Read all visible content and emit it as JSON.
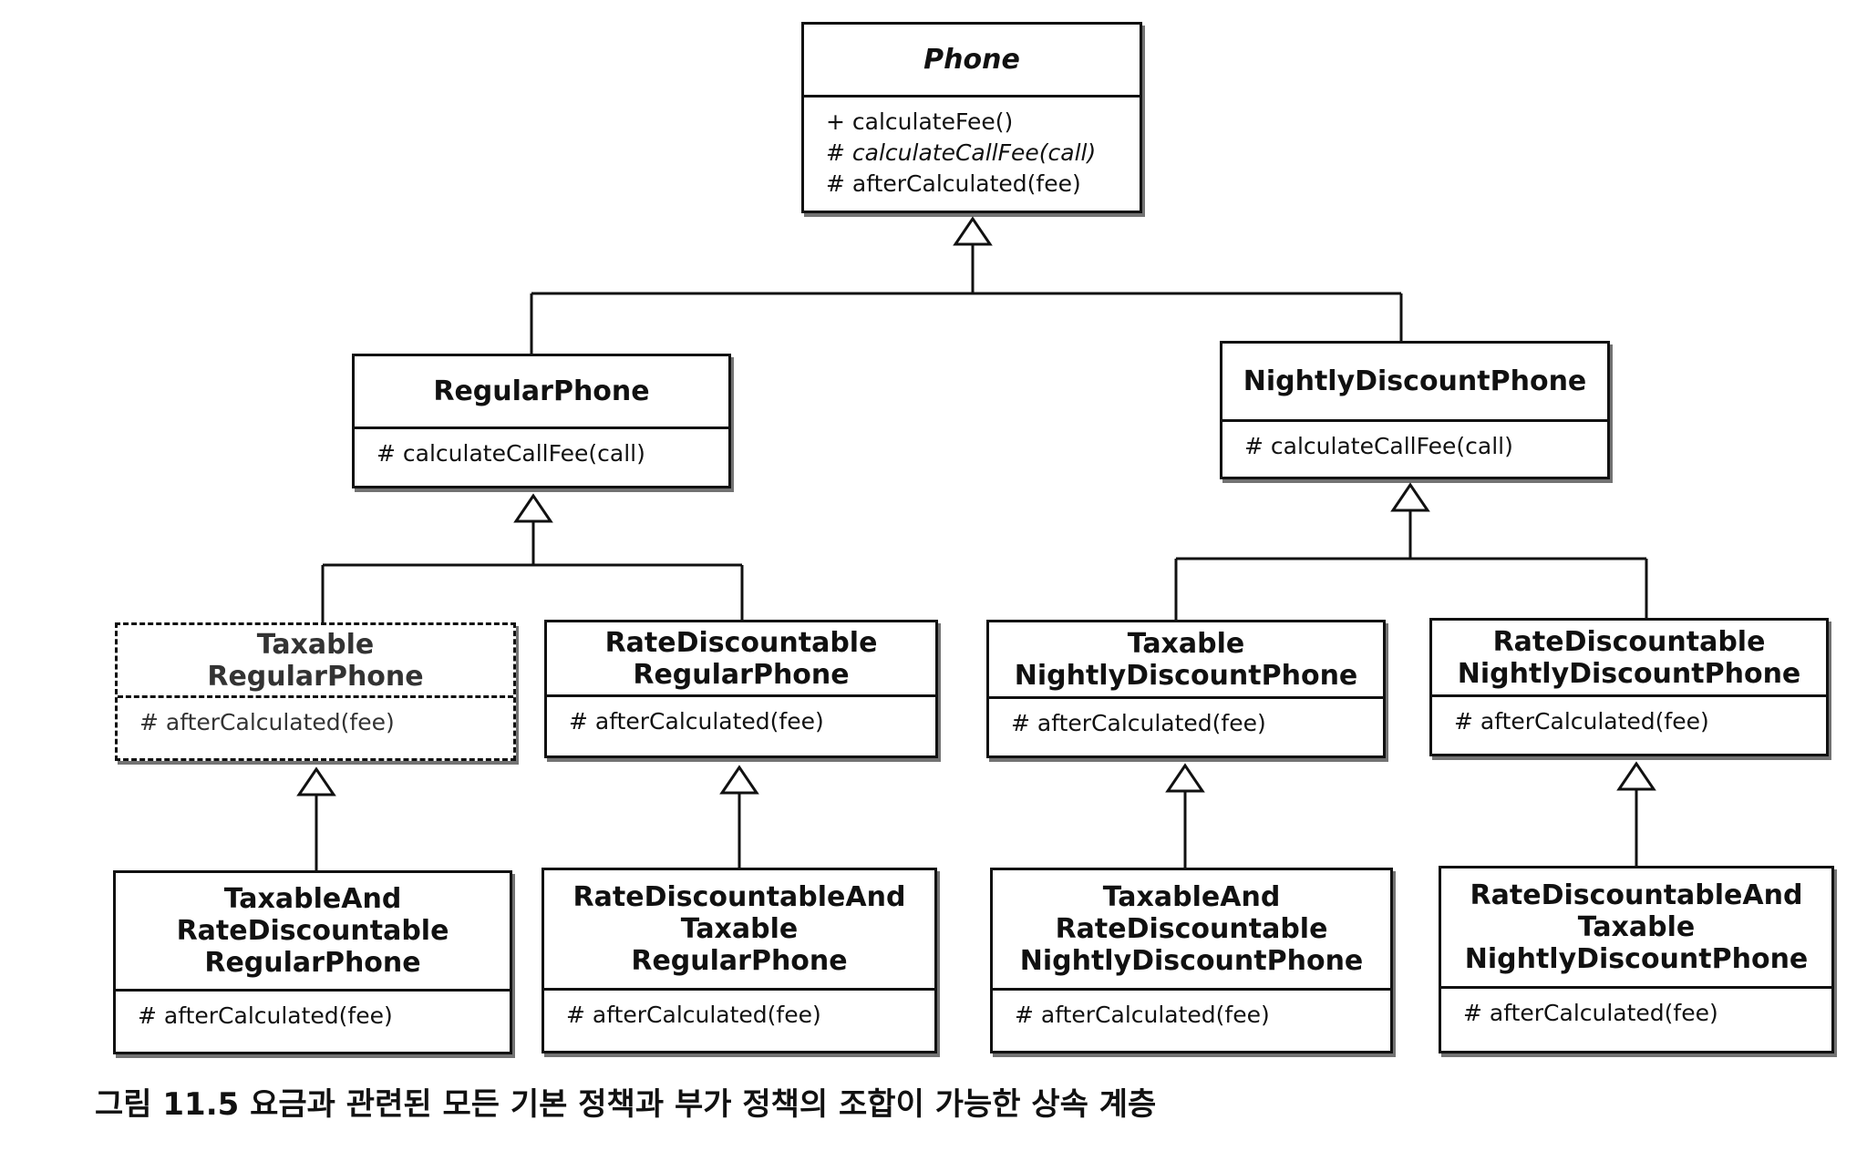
{
  "diagram": {
    "classes": {
      "phone": {
        "name": [
          "Phone"
        ],
        "ops": [
          "+ calculateFee()",
          "# calculateCallFee(call)",
          "# afterCalculated(fee)"
        ]
      },
      "regular": {
        "name": [
          "RegularPhone"
        ],
        "ops": [
          "# calculateCallFee(call)"
        ]
      },
      "nightly": {
        "name": [
          "NightlyDiscountPhone"
        ],
        "ops": [
          "# calculateCallFee(call)"
        ]
      },
      "taxable_regular": {
        "name": [
          "Taxable",
          "RegularPhone"
        ],
        "ops": [
          "# afterCalculated(fee)"
        ]
      },
      "rate_regular": {
        "name": [
          "RateDiscountable",
          "RegularPhone"
        ],
        "ops": [
          "# afterCalculated(fee)"
        ]
      },
      "taxable_nightly": {
        "name": [
          "Taxable",
          "NightlyDiscountPhone"
        ],
        "ops": [
          "# afterCalculated(fee)"
        ]
      },
      "rate_nightly": {
        "name": [
          "RateDiscountable",
          "NightlyDiscountPhone"
        ],
        "ops": [
          "# afterCalculated(fee)"
        ]
      },
      "taxable_rate_regular": {
        "name": [
          "TaxableAnd",
          "RateDiscountable",
          "RegularPhone"
        ],
        "ops": [
          "# afterCalculated(fee)"
        ]
      },
      "rate_taxable_regular": {
        "name": [
          "RateDiscountableAnd",
          "Taxable",
          "RegularPhone"
        ],
        "ops": [
          "# afterCalculated(fee)"
        ]
      },
      "taxable_rate_nightly": {
        "name": [
          "TaxableAnd",
          "RateDiscountable",
          "NightlyDiscountPhone"
        ],
        "ops": [
          "# afterCalculated(fee)"
        ]
      },
      "rate_taxable_nightly": {
        "name": [
          "RateDiscountableAnd",
          "Taxable",
          "NightlyDiscountPhone"
        ],
        "ops": [
          "# afterCalculated(fee)"
        ]
      }
    },
    "caption": "그림 11.5 요금과 관련된 모든 기본 정책과 부가 정책의 조합이 가능한 상속 계층"
  }
}
